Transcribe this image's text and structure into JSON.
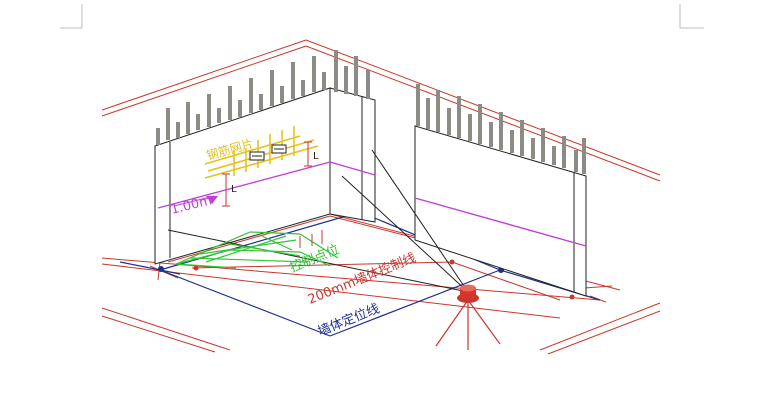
{
  "labels": {
    "rebar_net": "钢筋网片",
    "level_mark": "1.00m",
    "dim_l": "L",
    "control_point": "控制点位",
    "offset_line": "200mm墙体控制线",
    "wall_line": "墙体定位线"
  },
  "colors": {
    "red": "#c8372e",
    "blue": "#1f2f8f",
    "green": "#35c335",
    "magenta": "#c040d8",
    "yellow": "#e6c11c",
    "rebar": "#8c8c84",
    "outline": "#222222"
  }
}
